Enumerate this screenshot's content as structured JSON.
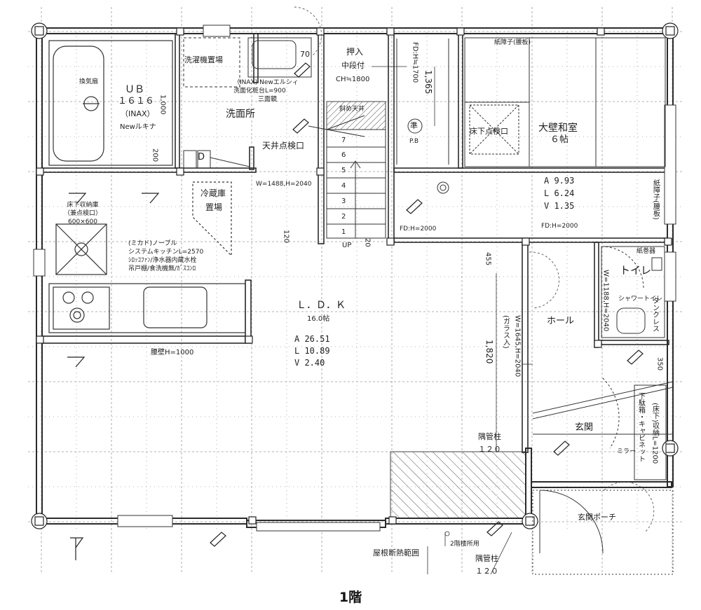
{
  "caption": "1階",
  "rooms": {
    "ub": {
      "name": "ＵＢ",
      "size": "１６１６",
      "maker": "（INAX）",
      "model": "Newルキナ",
      "fan": "換気扇"
    },
    "washroom": {
      "name": "洗面所",
      "washer": "洗濯機置場",
      "vanity1": "（INAX) Newエルシィ",
      "vanity2": "洗面化粧台L=900",
      "vanity3": "三面鏡",
      "hatch": "天井点検口"
    },
    "closet": {
      "name": "押入",
      "sub1": "中段付",
      "sub2": "CH≒1800"
    },
    "stair": {
      "ceiling": "斜め天井",
      "up": "UP",
      "steps": [
        "1",
        "2",
        "3",
        "4",
        "5",
        "6",
        "7"
      ]
    },
    "washitsu": {
      "name": "大壁和室",
      "size": "６帖",
      "hatch": "床下点検口",
      "a": "A  9.93",
      "l": "L  6.24",
      "v": "V  1.35",
      "shoji_top": "紙障子(腰板)",
      "shoji_side": "紙障子(腰板)",
      "fd1": "FD:H=2000",
      "fd2": "FD:H=2000",
      "fd3": "FD:H≒1700",
      "pb": "P.B",
      "mark": "準"
    },
    "ldk": {
      "name": "Ｌ．Ｄ．Ｋ",
      "size": "16.0帖",
      "a": "A  26.51",
      "l": "L  10.89",
      "v": "V   2.40",
      "storage1": "床下収納庫",
      "storage2": "（兼点検口）",
      "storage3": "600×600",
      "kitchen1": "(ミカド)ノーブル",
      "kitchen2": "システムキッチンL=2570",
      "kitchen3": "ｼﾛｯｺﾌｧﾝ/浄水器内蔵水栓",
      "kitchen4": "吊戸棚/食洗機無/ｶﾞｽｺﾝﾛ",
      "fridge1": "冷蔵庫",
      "fridge2": "置場",
      "wall": "腰壁H=1000"
    },
    "hall": {
      "name": "ホール",
      "door": "W=1645,H=2040",
      "door_type": "(ガラス入)"
    },
    "toilet": {
      "name": "トイレ",
      "paper": "紙巻器",
      "shower": "シャワートイレ",
      "tank": "タンクレス",
      "door": "W=1188,H=2040"
    },
    "entrance": {
      "name": "玄関",
      "porch": "玄関ポーチ",
      "shoebox": "下駄箱・キャビネット",
      "storage": "(床下)収納L=1200",
      "mirror": "ミラー"
    },
    "misc": {
      "post1": "隅管柱",
      "post1_size": "１２０",
      "post2": "隅管柱",
      "post2_size": "１２０",
      "insulation": "屋根断熱範囲",
      "note": "2階楼所用",
      "door_wash": "W=1488,H=2040"
    }
  },
  "dims": {
    "d70": "70",
    "d1365": "1,365",
    "d1000": "1,000",
    "d200": "200",
    "d120": "120",
    "d20": "20",
    "d455": "455",
    "d1820": "1,820",
    "d350": "350"
  }
}
